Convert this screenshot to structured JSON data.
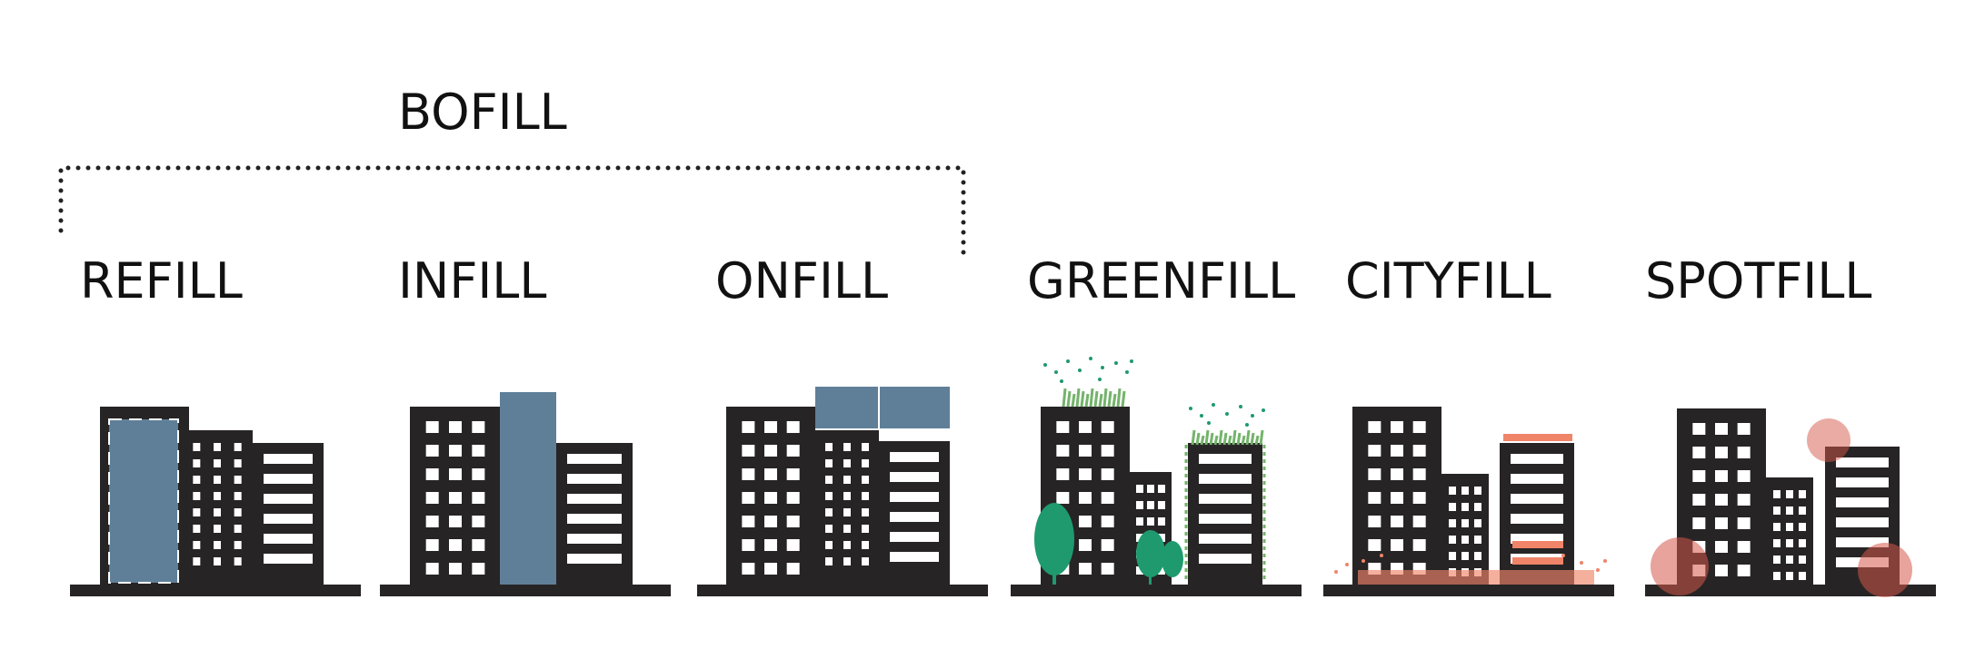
{
  "group": {
    "label": "BOFILL"
  },
  "categories": [
    {
      "id": "refill",
      "label": "REFILL"
    },
    {
      "id": "infill",
      "label": "INFILL"
    },
    {
      "id": "onfill",
      "label": "ONFILL"
    },
    {
      "id": "greenfill",
      "label": "GREENFILL"
    },
    {
      "id": "cityfill",
      "label": "CITYFILL"
    },
    {
      "id": "spotfill",
      "label": "SPOTFILL"
    }
  ],
  "colors": {
    "building": "#272425",
    "window": "#ffffff",
    "new_volume": "#5f7f99",
    "greenery": "#1e9a6e",
    "grass": "#74b36b",
    "city": "#f08468",
    "spot": "#d4584a",
    "bracket": "#222222"
  }
}
